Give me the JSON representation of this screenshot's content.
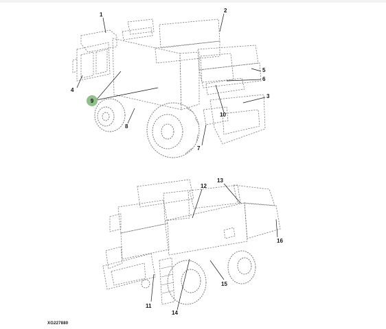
{
  "diagram": {
    "reference_code": "XG227880",
    "highlight_color": "#8fbf8a",
    "top_view_callouts": [
      {
        "id": "c1",
        "label": "1"
      },
      {
        "id": "c2",
        "label": "2"
      },
      {
        "id": "c3",
        "label": "3"
      },
      {
        "id": "c4",
        "label": "4"
      },
      {
        "id": "c5",
        "label": "5"
      },
      {
        "id": "c6",
        "label": "6"
      },
      {
        "id": "c7",
        "label": "7"
      },
      {
        "id": "c8",
        "label": "8"
      },
      {
        "id": "c9",
        "label": "9",
        "highlighted": true
      },
      {
        "id": "c10",
        "label": "10"
      }
    ],
    "bottom_view_callouts": [
      {
        "id": "c11",
        "label": "11"
      },
      {
        "id": "c12",
        "label": "12"
      },
      {
        "id": "c13",
        "label": "13"
      },
      {
        "id": "c14",
        "label": "14"
      },
      {
        "id": "c15",
        "label": "15"
      },
      {
        "id": "c16",
        "label": "16"
      }
    ]
  }
}
